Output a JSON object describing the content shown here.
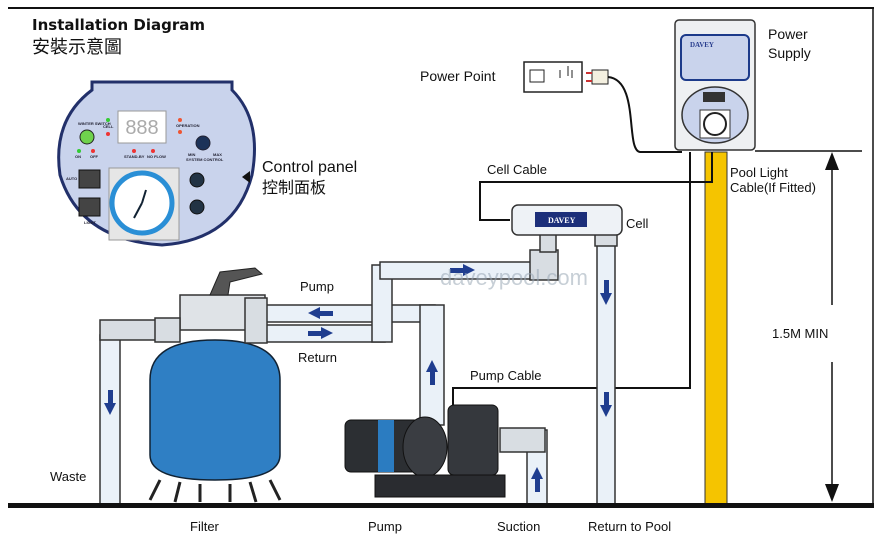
{
  "title": "Installation Diagram",
  "title_cjk": "安裝示意圖",
  "control_panel": {
    "label": "Control panel",
    "label_cjk": "控制面板",
    "display": "888",
    "winter_switch": "WINTER SWITCH",
    "cell": "CELL",
    "operation": "OPERATION",
    "standby": "STAND-BY",
    "noflow": "NO FLOW",
    "system_control": "SYSTEM CONTROL",
    "min": "MIN",
    "max": "MAX",
    "on": "ON",
    "off": "OFF",
    "auto": "AUTO",
    "light": "LIGHT"
  },
  "labels": {
    "power_point": "Power Point",
    "power_supply_1": "Power",
    "power_supply_2": "Supply",
    "cell_cable": "Cell Cable",
    "cell": "Cell",
    "pool_light_1": "Pool Light",
    "pool_light_2": "Cable(If Fitted)",
    "pump_pipe": "Pump",
    "return_pipe": "Return",
    "pump_cable": "Pump Cable",
    "min_height": "1.5M MIN",
    "waste": "Waste",
    "filter": "Filter",
    "pump": "Pump",
    "suction": "Suction",
    "return_to_pool": "Return to Pool"
  },
  "brand": "DAVEY",
  "watermark": "daveypool.com",
  "colors": {
    "pipe_arrow": "#1f3d8f",
    "filter_tank": "#2f7fc4",
    "conduit": "#f5c400",
    "panel": "#c9d3ec"
  }
}
